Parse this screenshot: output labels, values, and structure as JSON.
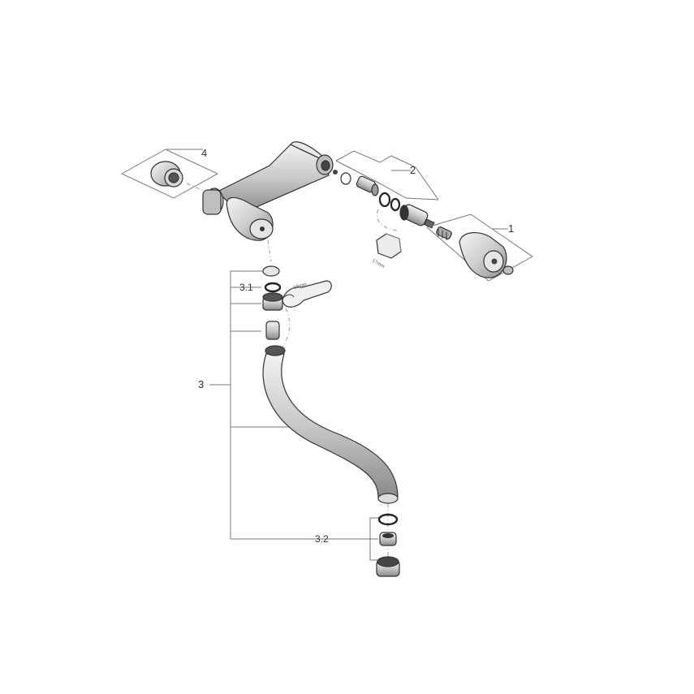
{
  "labels": {
    "p1": "1",
    "p2": "2",
    "p3": "3",
    "p3_1": "3.1",
    "p3_2": "3.2",
    "p4": "4",
    "wrench_19": "19mm",
    "wrench_17": "17mm"
  }
}
